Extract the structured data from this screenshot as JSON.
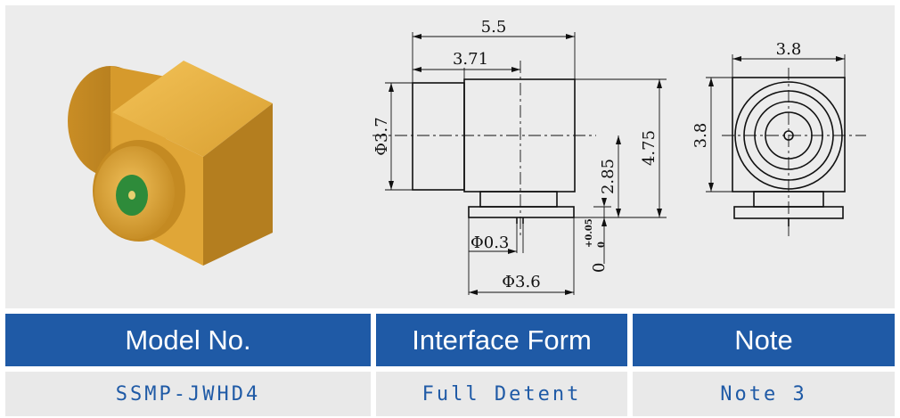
{
  "dimensions": {
    "side_length": "5.5",
    "side_body": "3.71",
    "side_diameter": "Φ3.7",
    "side_height": "4.75",
    "side_center": "2.85",
    "pin_diameter": "Φ0.3",
    "flange_diameter": "Φ3.6",
    "tolerance_base": "0",
    "tolerance_upper": "+0.05",
    "tolerance_lower": "0",
    "front_width": "3.8",
    "front_height": "3.8"
  },
  "colors": {
    "header_bg": "#1f5aa6",
    "cell_bg": "#e9e9e9",
    "accent_text": "#1f5aa6",
    "gold": "#d9a032",
    "green": "#2e8b3a"
  },
  "table": {
    "headers": [
      "Model No.",
      "Interface Form",
      "Note"
    ],
    "rows": [
      [
        "SSMP-JWHD4",
        "Full Detent",
        "Note 3"
      ]
    ]
  }
}
